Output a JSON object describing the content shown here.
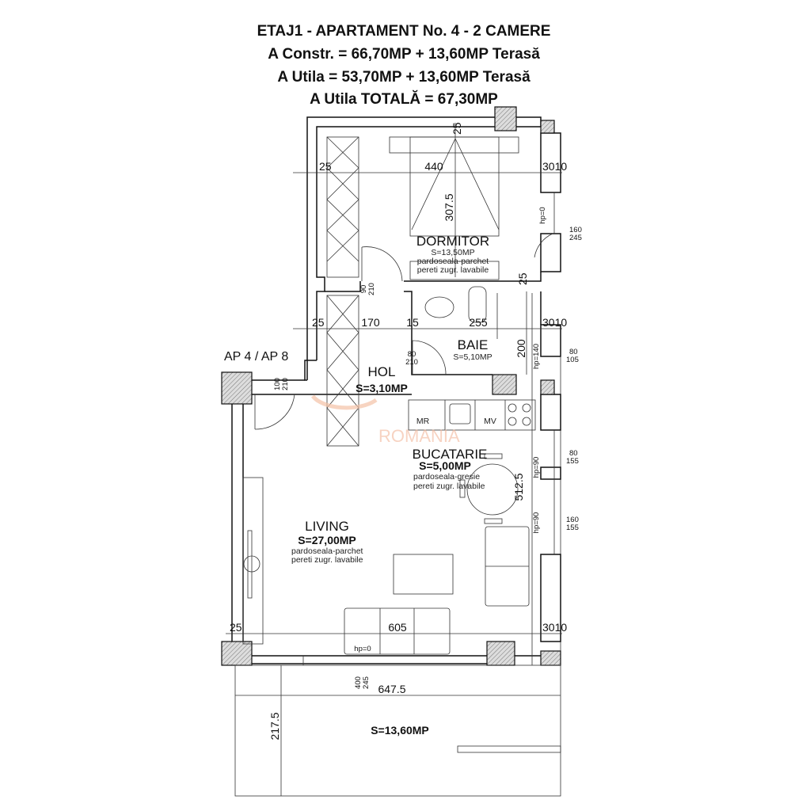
{
  "title": {
    "line1": "ETAJ1 - APARTAMENT No. 4 - 2 CAMERE",
    "line2": "A Constr.  = 66,70MP + 13,60MP Terasă",
    "line3": "A Utila = 53,70MP + 13,60MP Terasă",
    "line4": "A Utila TOTALĂ = 67,30MP"
  },
  "apartment_label": "AP 4 / AP 8",
  "watermark": "ROMANIA",
  "rooms": {
    "dormitor": {
      "name": "DORMITOR",
      "area": "S=13,50MP",
      "floor": "pardoseala-parchet",
      "walls": "pereti zugr. lavabile"
    },
    "baie": {
      "name": "BAIE",
      "area": "S=5,10MP"
    },
    "hol": {
      "name": "HOL",
      "area": "S=3,10MP"
    },
    "bucatarie": {
      "name": "BUCATARIE",
      "area": "S=5,00MP",
      "floor": "pardoseala-gresie",
      "walls": "pereti zugr. lavabile"
    },
    "living": {
      "name": "LIVING",
      "area": "S=27,00MP",
      "floor": "pardoseala-parchet",
      "walls": "pereti zugr. lavabile"
    },
    "terasa": {
      "area": "S=13,60MP"
    }
  },
  "appliances": {
    "fridge": "MR",
    "dishwasher": "MV"
  },
  "dimensions": {
    "d25_top": "25",
    "d440": "440",
    "d25_left1": "25",
    "d3010_1": "3010",
    "d307_5": "307.5",
    "d25_bath": "25",
    "d25_left2": "25",
    "d170": "170",
    "d15": "15",
    "d255": "255",
    "d3010_2": "3010",
    "d200": "200",
    "d512_5": "512.5",
    "d25_left3": "25",
    "d605": "605",
    "d3010_3": "3010",
    "d647_5": "647.5",
    "d217_5": "217.5"
  },
  "openings": {
    "door_bed_w": "90",
    "door_bed_h": "210",
    "door_bath_w": "80",
    "door_bath_h": "210",
    "door_entry_w": "100",
    "door_entry_h": "210",
    "win_bed_w": "160",
    "win_bed_h": "245",
    "win_bed_hp": "hp=0",
    "win_bath_w": "80",
    "win_bath_h": "105",
    "win_bath_hp": "hp=140",
    "win_kit_w": "80",
    "win_kit_h": "155",
    "win_kit_hp": "hp=90",
    "win_liv_w": "160",
    "win_liv_h": "155",
    "win_liv_hp": "hp=90",
    "door_ter_hp": "hp=0",
    "door_ter_w": "400",
    "door_ter_h": "245"
  }
}
